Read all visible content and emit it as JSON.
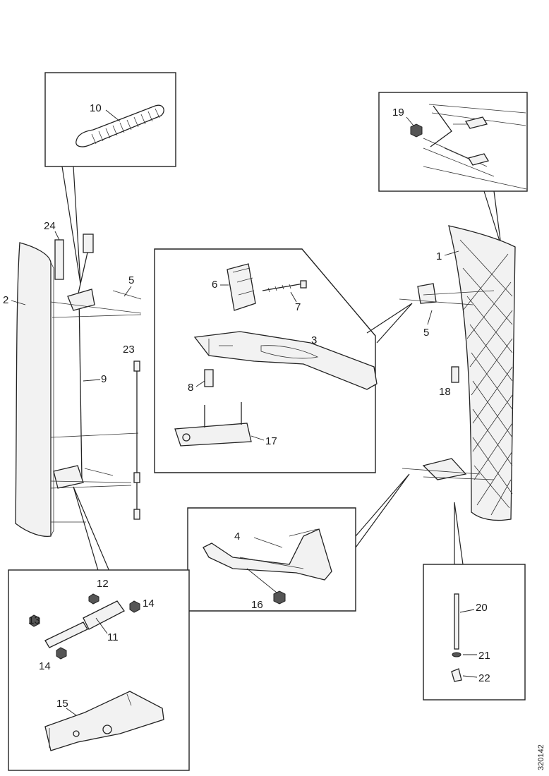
{
  "labels": {
    "l1": "1",
    "l2": "2",
    "l3": "3",
    "l4": "4",
    "l5a": "5",
    "l5b": "5",
    "l6": "6",
    "l7": "7",
    "l8": "8",
    "l9": "9",
    "l10": "10",
    "l11": "11",
    "l12": "12",
    "l13": "13",
    "l14a": "14",
    "l14b": "14",
    "l15": "15",
    "l16": "16",
    "l17": "17",
    "l18": "18",
    "l19": "19",
    "l20": "20",
    "l21": "21",
    "l22": "22",
    "l23": "23",
    "l24": "24"
  },
  "reference": "320142"
}
